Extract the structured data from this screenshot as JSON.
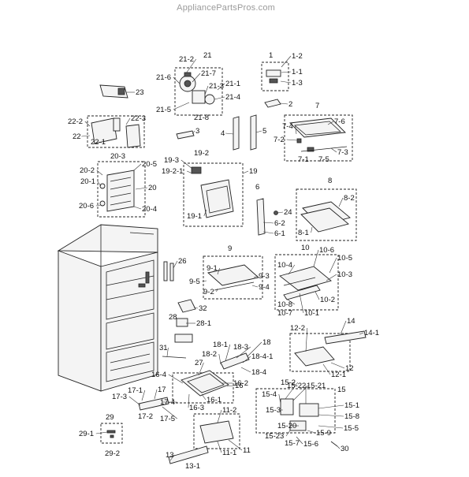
{
  "watermark": "AppliancePartsPros.com",
  "callouts": [
    "1",
    "1-1",
    "1-2",
    "1-3",
    "2",
    "3",
    "4",
    "5",
    "6",
    "6-1",
    "6-2",
    "7",
    "7-1",
    "7-2",
    "7-3",
    "7-4",
    "7-5",
    "7-6",
    "8",
    "8-1",
    "8-2",
    "9",
    "9-1",
    "9-2",
    "9-3",
    "9-4",
    "9-5",
    "10",
    "10-1",
    "10-2",
    "10-3",
    "10-4",
    "10-5",
    "10-6",
    "10-7",
    "10-8",
    "11",
    "11-1",
    "11-2",
    "12",
    "12-1",
    "12-2",
    "13",
    "13-1",
    "14",
    "14-1",
    "15",
    "15-1",
    "15-2",
    "15-3",
    "15-4",
    "15-5",
    "15-6",
    "15-7",
    "15-8",
    "15-9",
    "15-20",
    "15-21",
    "15-22",
    "15-23",
    "16",
    "16-1",
    "16-2",
    "16-3",
    "16-4",
    "17",
    "17-1",
    "17-2",
    "17-3",
    "17-4",
    "17-5",
    "18",
    "18-1",
    "18-2",
    "18-3",
    "18-4",
    "18-4-1",
    "19",
    "19-1",
    "19-2",
    "19-2-1",
    "19-3",
    "20",
    "20-1",
    "20-2",
    "20-3",
    "20-4",
    "20-5",
    "20-6",
    "21",
    "21-1",
    "21-2",
    "21-3",
    "21-4",
    "21-5",
    "21-6",
    "21-7",
    "21-8",
    "22",
    "22-1",
    "22-2",
    "22-3",
    "23",
    "24",
    "26",
    "27",
    "28",
    "28-1",
    "29",
    "29-1",
    "29-2",
    "30",
    "31",
    "32"
  ]
}
